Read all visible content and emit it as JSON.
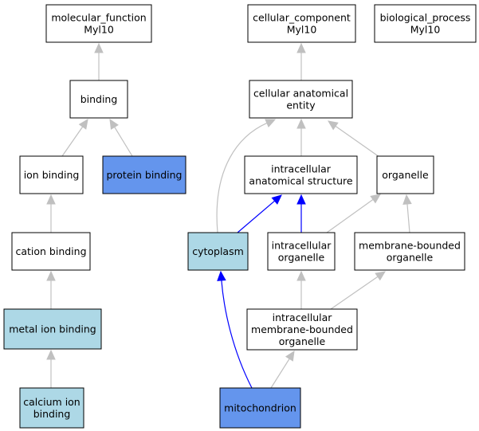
{
  "colors": {
    "default_fill": "#ffffff",
    "annotated_fill": "#add8e6",
    "direct_fill": "#6495ed",
    "edge_gray": "#c0c0c0",
    "edge_blue": "#0000ff"
  },
  "nodes": {
    "molecular_function": {
      "lines": [
        "molecular_function",
        "Myl10"
      ],
      "fill": "default"
    },
    "cellular_component": {
      "lines": [
        "cellular_component",
        "Myl10"
      ],
      "fill": "default"
    },
    "biological_process": {
      "lines": [
        "biological_process",
        "Myl10"
      ],
      "fill": "default"
    },
    "binding": {
      "lines": [
        "binding"
      ],
      "fill": "default"
    },
    "cellular_anatomical_entity": {
      "lines": [
        "cellular anatomical",
        "entity"
      ],
      "fill": "default"
    },
    "ion_binding": {
      "lines": [
        "ion binding"
      ],
      "fill": "default"
    },
    "protein_binding": {
      "lines": [
        "protein binding"
      ],
      "fill": "direct"
    },
    "intracellular_anatomical_structure": {
      "lines": [
        "intracellular",
        "anatomical structure"
      ],
      "fill": "default"
    },
    "organelle": {
      "lines": [
        "organelle"
      ],
      "fill": "default"
    },
    "cation_binding": {
      "lines": [
        "cation binding"
      ],
      "fill": "default"
    },
    "cytoplasm": {
      "lines": [
        "cytoplasm"
      ],
      "fill": "annotated"
    },
    "intracellular_organelle": {
      "lines": [
        "intracellular",
        "organelle"
      ],
      "fill": "default"
    },
    "membrane_bounded_organelle": {
      "lines": [
        "membrane-bounded",
        "organelle"
      ],
      "fill": "default"
    },
    "metal_ion_binding": {
      "lines": [
        "metal ion binding"
      ],
      "fill": "annotated"
    },
    "intracellular_membrane_bounded_organelle": {
      "lines": [
        "intracellular",
        "membrane-bounded",
        "organelle"
      ],
      "fill": "default"
    },
    "calcium_ion_binding": {
      "lines": [
        "calcium ion",
        "binding"
      ],
      "fill": "annotated"
    },
    "mitochondrion": {
      "lines": [
        "mitochondrion"
      ],
      "fill": "direct"
    }
  },
  "edges": [
    {
      "from": "binding",
      "to": "molecular_function",
      "color": "gray"
    },
    {
      "from": "cellular_anatomical_entity",
      "to": "cellular_component",
      "color": "gray"
    },
    {
      "from": "ion_binding",
      "to": "binding",
      "color": "gray"
    },
    {
      "from": "protein_binding",
      "to": "binding",
      "color": "gray"
    },
    {
      "from": "cation_binding",
      "to": "ion_binding",
      "color": "gray"
    },
    {
      "from": "metal_ion_binding",
      "to": "cation_binding",
      "color": "gray"
    },
    {
      "from": "calcium_ion_binding",
      "to": "metal_ion_binding",
      "color": "gray"
    },
    {
      "from": "intracellular_anatomical_structure",
      "to": "cellular_anatomical_entity",
      "color": "gray"
    },
    {
      "from": "cytoplasm",
      "to": "cellular_anatomical_entity",
      "color": "gray"
    },
    {
      "from": "organelle",
      "to": "cellular_anatomical_entity",
      "color": "gray"
    },
    {
      "from": "cytoplasm",
      "to": "intracellular_anatomical_structure",
      "color": "blue"
    },
    {
      "from": "intracellular_organelle",
      "to": "intracellular_anatomical_structure",
      "color": "blue"
    },
    {
      "from": "intracellular_organelle",
      "to": "organelle",
      "color": "gray"
    },
    {
      "from": "membrane_bounded_organelle",
      "to": "organelle",
      "color": "gray"
    },
    {
      "from": "intracellular_membrane_bounded_organelle",
      "to": "intracellular_organelle",
      "color": "gray"
    },
    {
      "from": "intracellular_membrane_bounded_organelle",
      "to": "membrane_bounded_organelle",
      "color": "gray"
    },
    {
      "from": "mitochondrion",
      "to": "cytoplasm",
      "color": "blue"
    },
    {
      "from": "mitochondrion",
      "to": "intracellular_membrane_bounded_organelle",
      "color": "gray"
    }
  ]
}
